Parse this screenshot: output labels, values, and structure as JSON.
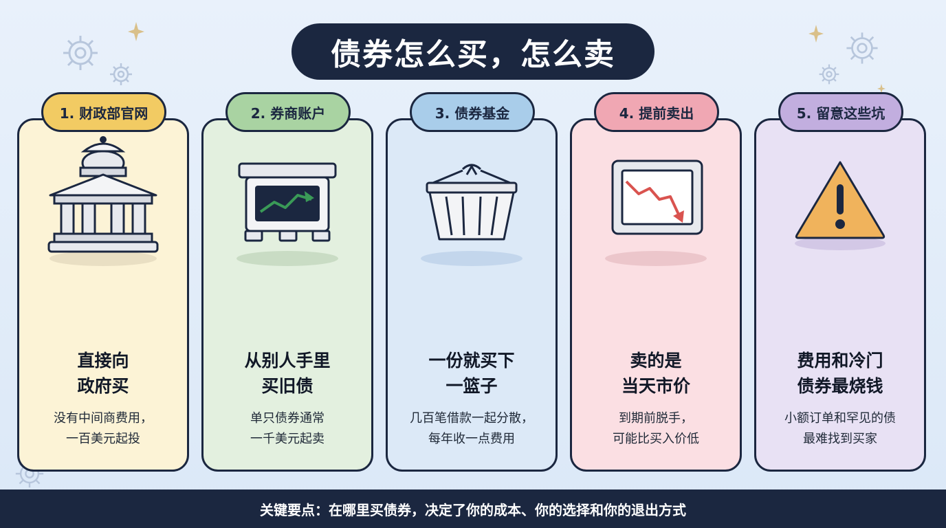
{
  "title": "债券怎么买，怎么卖",
  "cards": [
    {
      "tab": "1. 财政部官网",
      "heading": [
        "直接向",
        "政府买"
      ],
      "desc": [
        "没有中间商费用，",
        "一百美元起投"
      ],
      "icon": "government-building-icon",
      "bg": "#fcf3d6",
      "tab_bg": "#f2cb63"
    },
    {
      "tab": "2. 券商账户",
      "heading": [
        "从别人手里",
        "买旧债"
      ],
      "desc": [
        "单只债券通常",
        "一千美元起卖"
      ],
      "icon": "trading-screen-icon",
      "bg": "#e3f0df",
      "tab_bg": "#a9d3a2"
    },
    {
      "tab": "3. 债券基金",
      "heading": [
        "一份就买下",
        "一篮子"
      ],
      "desc": [
        "几百笔借款一起分散，",
        "每年收一点费用"
      ],
      "icon": "basket-icon",
      "bg": "#dce9f7",
      "tab_bg": "#a9cdea"
    },
    {
      "tab": "4. 提前卖出",
      "heading": [
        "卖的是",
        "当天市价"
      ],
      "desc": [
        "到期前脱手，",
        "可能比买入价低"
      ],
      "icon": "declining-chart-icon",
      "bg": "#fbdfe3",
      "tab_bg": "#f0a7b3"
    },
    {
      "tab": "5. 留意这些坑",
      "heading": [
        "费用和冷门",
        "债券最烧钱"
      ],
      "desc": [
        "小额订单和罕见的债",
        "最难找到买家"
      ],
      "icon": "warning-icon",
      "bg": "#e8e1f4",
      "tab_bg": "#c2aedf"
    }
  ],
  "footer": "关键要点：在哪里买债券，决定了你的成本、你的选择和你的退出方式",
  "colors": {
    "navy": "#1b2740",
    "green_line": "#3a9a57",
    "red_line": "#d9534f",
    "warning": "#f0b35c"
  }
}
